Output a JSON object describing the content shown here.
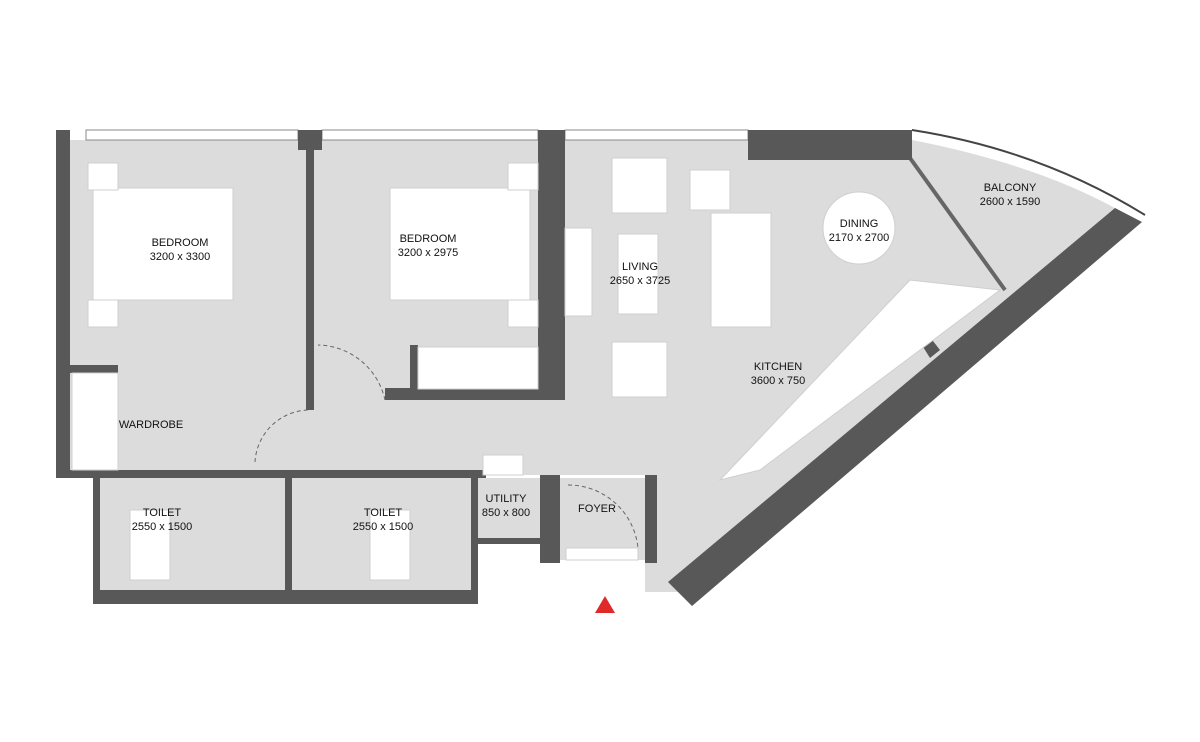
{
  "rooms": [
    {
      "name": "BEDROOM",
      "size": "3200 x 3300"
    },
    {
      "name": "BEDROOM",
      "size": "3200 x 2975"
    },
    {
      "name": "LIVING",
      "size": "2650 x 3725"
    },
    {
      "name": "DINING",
      "size": "2170 x 2700"
    },
    {
      "name": "BALCONY",
      "size": "2600 x 1590"
    },
    {
      "name": "KITCHEN",
      "size": "3600 x 750"
    },
    {
      "name": "WARDROBE"
    },
    {
      "name": "TOILET",
      "size": "2550 x 1500"
    },
    {
      "name": "TOILET",
      "size": "2550 x 1500"
    },
    {
      "name": "UTILITY",
      "size": "850 x 800"
    },
    {
      "name": "FOYER"
    }
  ],
  "colors": {
    "floor": "#dcdcdc",
    "wall": "#585858",
    "entrance_marker": "#e02a2a"
  }
}
